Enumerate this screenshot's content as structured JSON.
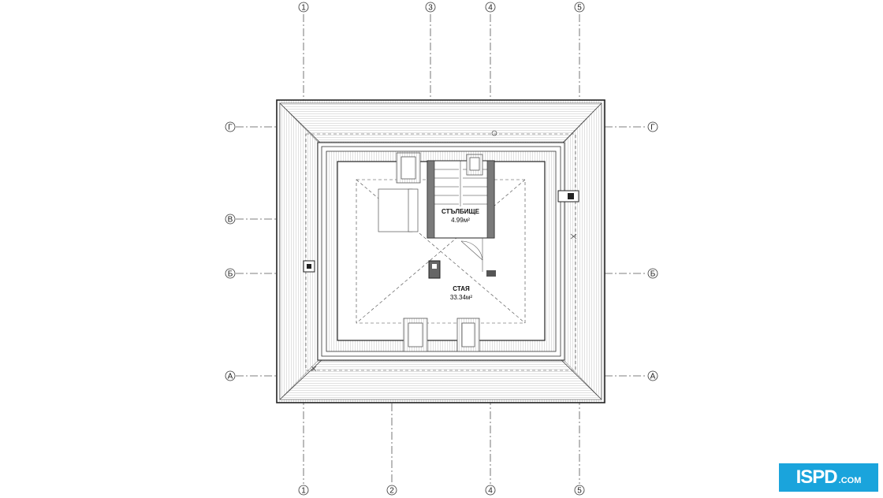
{
  "axes": {
    "top": [
      {
        "id": "axis-top-1",
        "label": "1"
      },
      {
        "id": "axis-top-3",
        "label": "3"
      },
      {
        "id": "axis-top-4",
        "label": "4"
      },
      {
        "id": "axis-top-5",
        "label": "5"
      }
    ],
    "bottom": [
      {
        "id": "axis-bottom-1",
        "label": "1"
      },
      {
        "id": "axis-bottom-2",
        "label": "2"
      },
      {
        "id": "axis-bottom-4",
        "label": "4"
      },
      {
        "id": "axis-bottom-5",
        "label": "5"
      }
    ],
    "left": [
      {
        "id": "axis-left-g",
        "label": "Г"
      },
      {
        "id": "axis-left-v",
        "label": "В"
      },
      {
        "id": "axis-left-b",
        "label": "Б"
      },
      {
        "id": "axis-left-a",
        "label": "А"
      }
    ],
    "right": [
      {
        "id": "axis-right-g",
        "label": "Г"
      },
      {
        "id": "axis-right-b",
        "label": "Б"
      },
      {
        "id": "axis-right-a",
        "label": "А"
      }
    ]
  },
  "rooms": {
    "stair_name": "СТЪЛБИЩЕ",
    "stair_area": "4.99м²",
    "room_name": "СТАЯ",
    "room_area": "33.34м²"
  },
  "logo": {
    "mark": "ISPD",
    "suffix": ".COM"
  }
}
